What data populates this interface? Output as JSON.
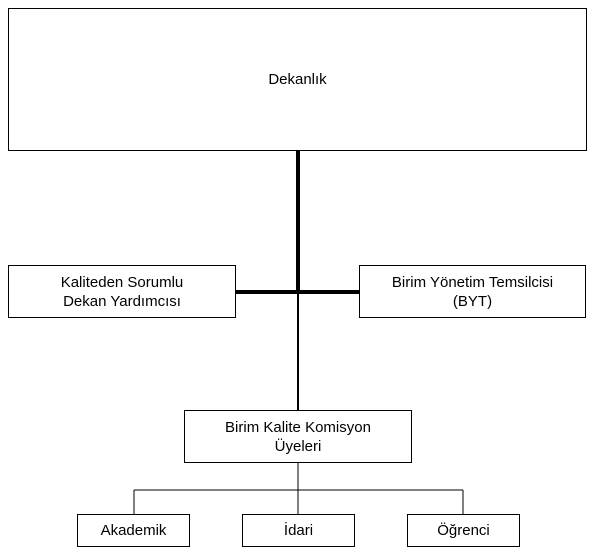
{
  "org_chart": {
    "top": {
      "label": "Dekanlık"
    },
    "left": {
      "line1": "Kaliteden Sorumlu",
      "line2": "Dekan Yardımcısı"
    },
    "right": {
      "line1": "Birim Yönetim Temsilcisi",
      "line2": "(BYT)"
    },
    "middle": {
      "line1": "Birim Kalite Komisyon",
      "line2": "Üyeleri"
    },
    "children": [
      {
        "label": "Akademik"
      },
      {
        "label": "İdari"
      },
      {
        "label": "Öğrenci"
      }
    ]
  }
}
